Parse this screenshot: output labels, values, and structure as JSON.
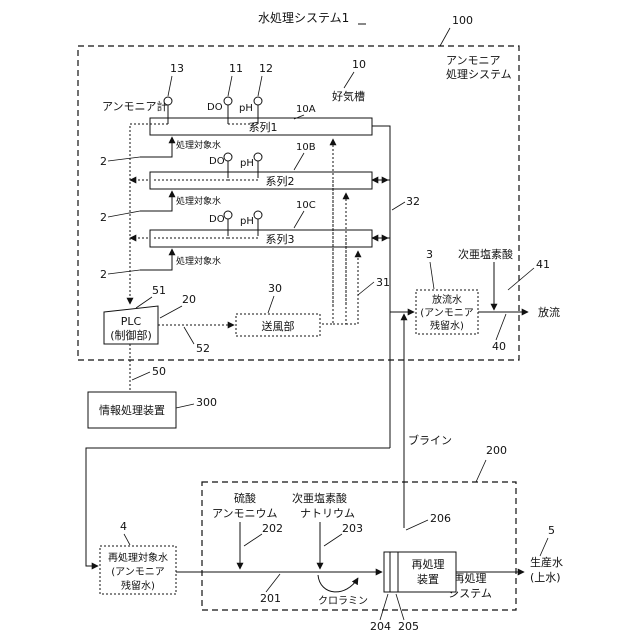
{
  "title": "水処理システム1",
  "system_100": {
    "ref": "100",
    "label_line1": "アンモニア",
    "label_line2": "処理システム"
  },
  "aerobic_tank": {
    "ref": "10",
    "label": "好気槽"
  },
  "ammonia_meter": {
    "ref": "13",
    "label": "アンモニア計"
  },
  "do_sensor": {
    "ref": "11",
    "label": "DO"
  },
  "ph_sensor": {
    "ref": "12",
    "label": "pH"
  },
  "series": [
    {
      "ref": "10A",
      "label": "系列1"
    },
    {
      "ref": "10B",
      "label": "系列2"
    },
    {
      "ref": "10C",
      "label": "系列3"
    }
  ],
  "inflow": {
    "ref": "2",
    "label": "処理対象水"
  },
  "plc": {
    "ref": "20",
    "line1": "PLC",
    "line2": "(制御部)",
    "signal_ref": "51",
    "link_ref": "52"
  },
  "blower": {
    "ref": "30",
    "label": "送風部",
    "air_ref": "31"
  },
  "outlet_pipe_ref": "32",
  "discharge_water": {
    "ref": "3",
    "line1": "放流水",
    "line2": "(アンモニア",
    "line3": "残留水)"
  },
  "hypochlorite_top": {
    "ref": "41",
    "label": "次亜塩素酸"
  },
  "discharge": {
    "ref": "40",
    "label": "放流"
  },
  "info_device": {
    "ref": "300",
    "label": "情報処理装置",
    "link_ref": "50"
  },
  "brine": {
    "label": "ブライン"
  },
  "system_200": {
    "ref": "200",
    "label_line1": "再処理",
    "label_line2": "システム"
  },
  "retreat_water": {
    "ref": "4",
    "line1": "再処理対象水",
    "line2": "(アンモニア",
    "line3": "残留水)"
  },
  "ammonium_sulfate": {
    "ref": "202",
    "line1": "硫酸",
    "line2": "アンモニウム"
  },
  "sodium_hypochlorite": {
    "ref": "203",
    "line1": "次亜塩素酸",
    "line2": "ナトリウム"
  },
  "chloramine": {
    "label": "クロラミン"
  },
  "retreat_device": {
    "ref": "206",
    "line1": "再処理",
    "line2": "装置",
    "ref_a": "204",
    "ref_b": "205"
  },
  "pipe_201": "201",
  "product_water": {
    "ref": "5",
    "line1": "生産水",
    "line2": "(上水)"
  }
}
